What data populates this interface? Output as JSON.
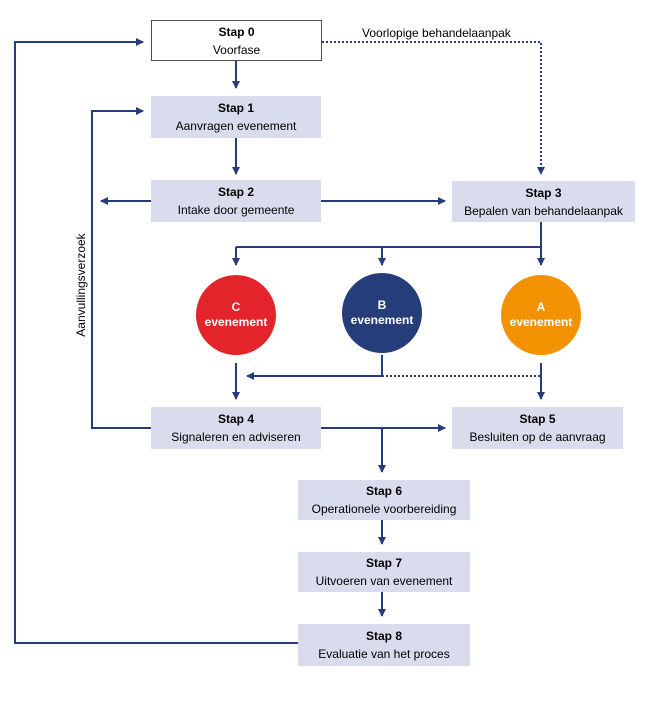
{
  "steps": {
    "s0": {
      "title": "Stap 0",
      "desc": "Voorfase"
    },
    "s1": {
      "title": "Stap 1",
      "desc": "Aanvragen evenement"
    },
    "s2": {
      "title": "Stap 2",
      "desc": "Intake door gemeente"
    },
    "s3": {
      "title": "Stap 3",
      "desc": "Bepalen van behandelaanpak"
    },
    "s4": {
      "title": "Stap 4",
      "desc": "Signaleren en adviseren"
    },
    "s5": {
      "title": "Stap 5",
      "desc": "Besluiten op de aanvraag"
    },
    "s6": {
      "title": "Stap 6",
      "desc": "Operationele voorbereiding"
    },
    "s7": {
      "title": "Stap 7",
      "desc": "Uitvoeren van evenement"
    },
    "s8": {
      "title": "Stap 8",
      "desc": "Evaluatie van het proces"
    }
  },
  "circles": {
    "c": {
      "letter": "C",
      "label": "evenement",
      "color": "#e3242b"
    },
    "b": {
      "letter": "B",
      "label": "evenement",
      "color": "#263d7b"
    },
    "a": {
      "letter": "A",
      "label": "evenement",
      "color": "#f39200"
    }
  },
  "labels": {
    "voorlopig": "Voorlopige behandelaanpak",
    "aanvulling": "Aanvullingsverzoek"
  },
  "colors": {
    "line": "#263d7b",
    "box": "#d9dcec"
  }
}
